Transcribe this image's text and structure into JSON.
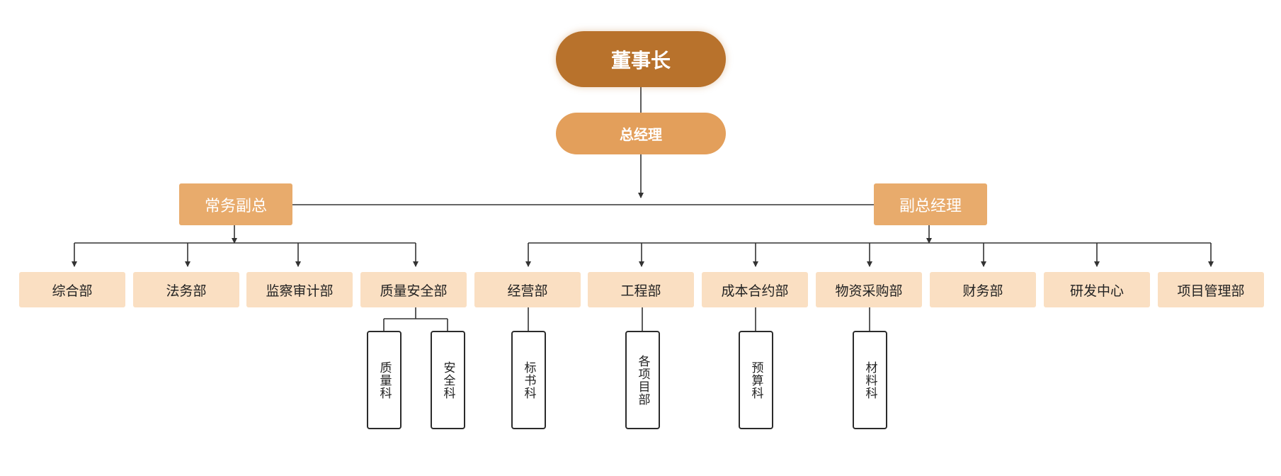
{
  "colors": {
    "chairman": "#b8722c",
    "general_manager": "#e39f5b",
    "vice": "#e8ab6c",
    "department": "#fadfc2",
    "section_border": "#2b2b2b",
    "connector": "#333333"
  },
  "chairman": "董事长",
  "general_manager": "总经理",
  "vice": {
    "left": "常务副总",
    "right": "副总经理"
  },
  "departments": [
    "综合部",
    "法务部",
    "监察审计部",
    "质量安全部",
    "经营部",
    "工程部",
    "成本合约部",
    "物资采购部",
    "财务部",
    "研发中心",
    "项目管理部"
  ],
  "sections": {
    "quality": "质量科",
    "safety": "安全科",
    "bid": "标书科",
    "projects": "各项目部",
    "budget": "预算科",
    "materials": "材料科"
  }
}
